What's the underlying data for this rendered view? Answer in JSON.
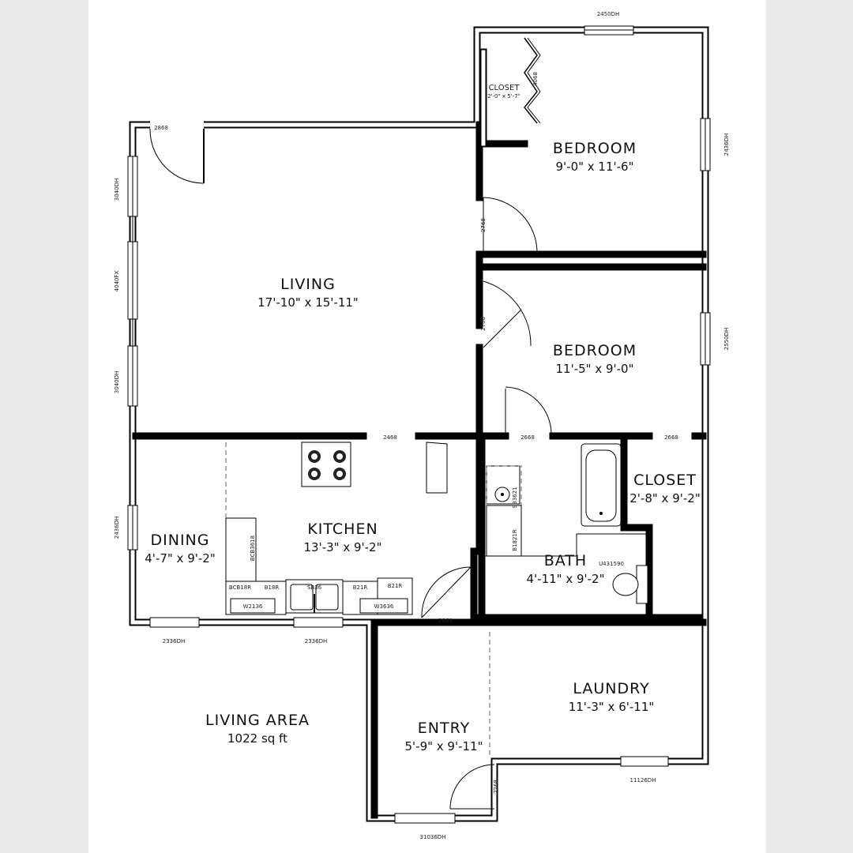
{
  "rooms": {
    "bedroom1": {
      "name": "BEDROOM",
      "dims": "9'-0\" x 11'-6\""
    },
    "bedroom2": {
      "name": "BEDROOM",
      "dims": "11'-5\" x 9'-0\""
    },
    "living": {
      "name": "LIVING",
      "dims": "17'-10\" x 15'-11\""
    },
    "kitchen": {
      "name": "KITCHEN",
      "dims": "13'-3\" x 9'-2\""
    },
    "dining": {
      "name": "DINING",
      "dims": "4'-7\" x 9'-2\""
    },
    "closet_small": {
      "name": "CLOSET",
      "dims": "2'-0\" x 5'-7\""
    },
    "closet": {
      "name": "CLOSET",
      "dims": "2'-8\" x 9'-2\""
    },
    "bath": {
      "name": "BATH",
      "dims": "4'-11\" x 9'-2\""
    },
    "laundry": {
      "name": "LAUNDRY",
      "dims": "11'-3\" x 6'-11\""
    },
    "entry": {
      "name": "ENTRY",
      "dims": "5'-9\" x 9'-11\""
    }
  },
  "living_area": {
    "label": "LIVING AREA",
    "value": "1022 sq ft"
  },
  "labels": {
    "win_top": "2450DH",
    "win_bed1_right": "2436DH",
    "win_bed2_right": "2550DH",
    "door_bifold": "4068",
    "door_living_front": "2868",
    "win_left_top": "3040DH",
    "win_left_mid": "4040FX",
    "win_left_low": "3040DH",
    "win_dining": "2436DH",
    "door_bed1": "2768",
    "door_bed2": "2768",
    "opening_kitchen": "2468",
    "door_bath": "2668",
    "door_closet": "2668",
    "cab_sb3621": "SB3621",
    "cab_b1821r": "B1821R",
    "toilet": "U431590",
    "cab_bcb3618": "BCB3618",
    "cab_bcb18r": "BCB18R",
    "cab_b18r": "B18R",
    "cab_sb36": "SB36",
    "cab_b21r_1": "B21R",
    "cab_b21r_2": "B21R",
    "cab_w2136": "W2136",
    "cab_w3636": "W3636",
    "win_bottom_left": "2336DH",
    "win_bottom_mid": "2336DH",
    "door_entry_inner": "2868",
    "door_entry": "2268",
    "win_laundry": "11126DH",
    "win_entry": "31036DH"
  }
}
